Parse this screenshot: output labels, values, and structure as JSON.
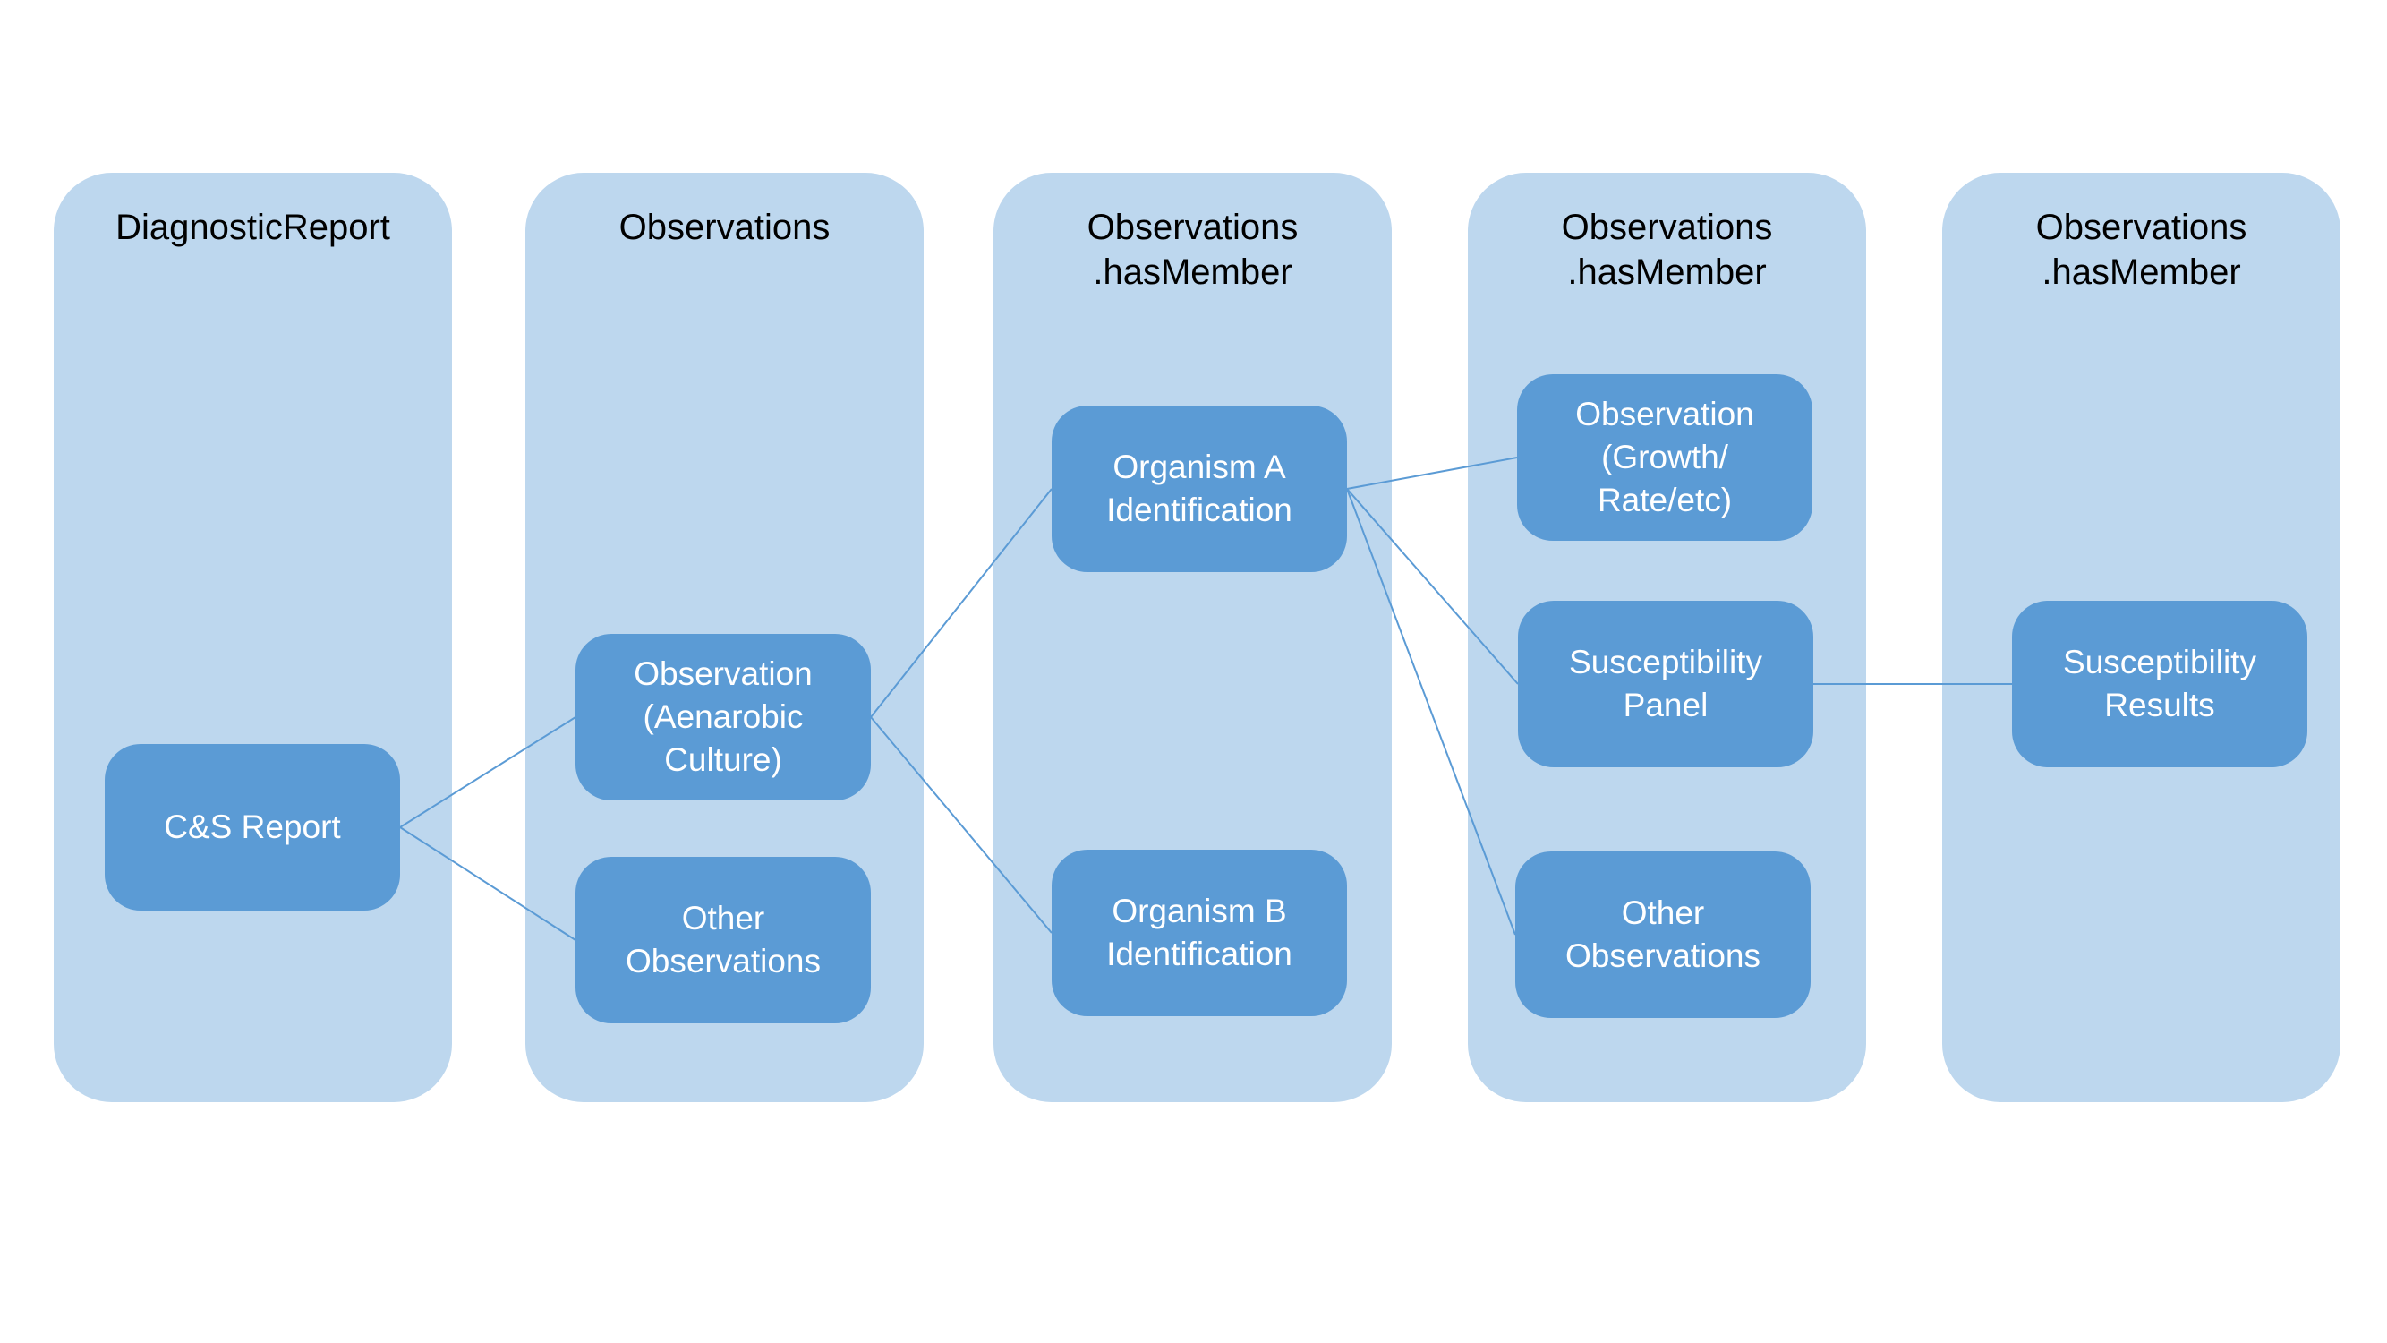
{
  "diagram": {
    "columns": [
      {
        "title": "DiagnosticReport",
        "nodes": [
          {
            "id": "cs-report",
            "label": "C&S Report"
          }
        ]
      },
      {
        "title": "Observations",
        "nodes": [
          {
            "id": "obs-aenarobic",
            "label": "Observation\n(Aenarobic\nCulture)"
          },
          {
            "id": "other-observations-1",
            "label": "Other\nObservations"
          }
        ]
      },
      {
        "title": "Observations\n.hasMember",
        "nodes": [
          {
            "id": "organism-a",
            "label": "Organism A\nIdentification"
          },
          {
            "id": "organism-b",
            "label": "Organism B\nIdentification"
          }
        ]
      },
      {
        "title": "Observations\n.hasMember",
        "nodes": [
          {
            "id": "obs-growth",
            "label": "Observation\n(Growth/\nRate/etc)"
          },
          {
            "id": "susceptibility-panel",
            "label": "Susceptibility\nPanel"
          },
          {
            "id": "other-observations-2",
            "label": "Other\nObservations"
          }
        ]
      },
      {
        "title": "Observations\n.hasMember",
        "nodes": [
          {
            "id": "susceptibility-results",
            "label": "Susceptibility\nResults"
          }
        ]
      }
    ],
    "edges": [
      {
        "from": "cs-report",
        "to": "obs-aenarobic"
      },
      {
        "from": "cs-report",
        "to": "other-observations-1"
      },
      {
        "from": "obs-aenarobic",
        "to": "organism-a"
      },
      {
        "from": "obs-aenarobic",
        "to": "organism-b"
      },
      {
        "from": "organism-a",
        "to": "obs-growth"
      },
      {
        "from": "organism-a",
        "to": "susceptibility-panel"
      },
      {
        "from": "organism-a",
        "to": "other-observations-2"
      },
      {
        "from": "susceptibility-panel",
        "to": "susceptibility-results"
      }
    ],
    "colors": {
      "column-fill": "#bdd7ee",
      "node-fill": "#5b9bd5",
      "connector": "#5b9bd5",
      "title-text": "#000000",
      "node-text": "#ffffff",
      "canvas-bg": "#ffffff"
    }
  }
}
